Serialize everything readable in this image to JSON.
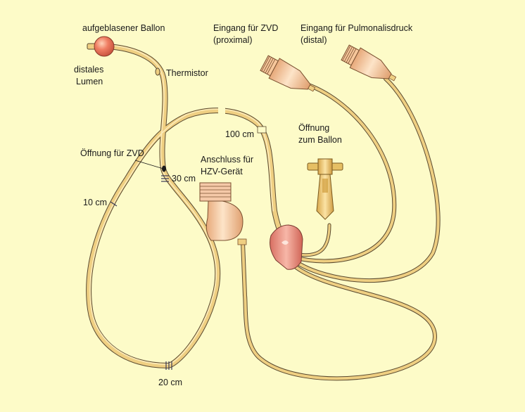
{
  "labels": {
    "balloon": "aufgeblasener Ballon",
    "distal_lumen_1": "distales",
    "distal_lumen_2": "Lumen",
    "thermistor": "Thermistor",
    "zvd_opening": "Öffnung für ZVD",
    "cm10": "10 cm",
    "cm20": "20 cm",
    "cm30": "30 cm",
    "cm100": "100 cm",
    "zvd_input_1": "Eingang für ZVD",
    "zvd_input_2": "(proximal)",
    "pa_input_1": "Eingang für Pulmonalisdruck",
    "pa_input_2": "(distal)",
    "balloon_port_1": "Öffnung",
    "balloon_port_2": "zum Ballon",
    "hzv_1": "Anschluss für",
    "hzv_2": "HZV-Gerät"
  },
  "colors": {
    "background": "#fdfbc8",
    "tube": "#efcf82",
    "tube_outline": "#5a4a30",
    "balloon": "#f07e63",
    "connector": "#f7c79b",
    "hub": "#ec8f84",
    "valve": "#e6bf64"
  }
}
